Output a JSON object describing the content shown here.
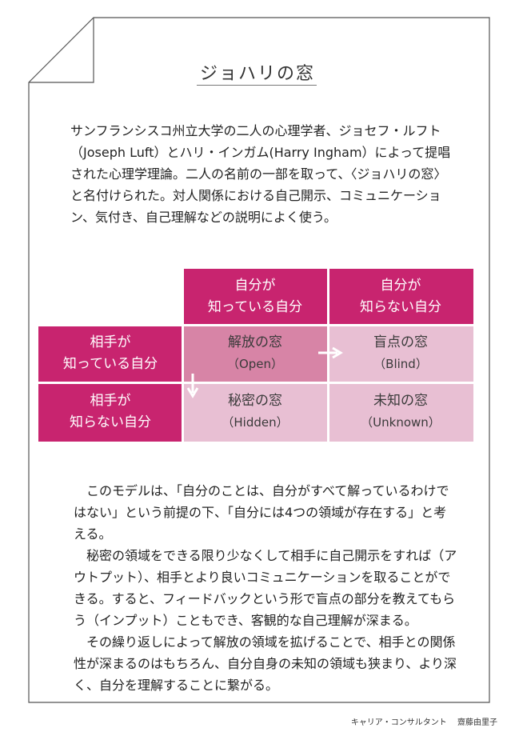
{
  "title": "ジョハリの窓",
  "intro": "サンフランシスコ州立大学の二人の心理学者、ジョセフ・ルフト（Joseph Luft）とハリ・インガム(Harry Ingham）によって提唱された心理学理論。二人の名前の一部を取って、〈ジョハリの窓〉と名付けられた。対人関係における自己開示、コミュニケーション、気付き、自己理解などの説明によく使う。",
  "matrix": {
    "col_headers": [
      {
        "line1": "自分が",
        "line2": "知っている自分"
      },
      {
        "line1": "自分が",
        "line2": "知らない自分"
      }
    ],
    "row_headers": [
      {
        "line1": "相手が",
        "line2": "知っている自分"
      },
      {
        "line1": "相手が",
        "line2": "知らない自分"
      }
    ],
    "cells": [
      {
        "name": "解放の窓",
        "en": "（Open）"
      },
      {
        "name": "盲点の窓",
        "en": "（Blind）"
      },
      {
        "name": "秘密の窓",
        "en": "（Hidden）"
      },
      {
        "name": "未知の窓",
        "en": "（Unknown）"
      }
    ]
  },
  "body": [
    "このモデルは、「自分のことは、自分がすべて解っているわけではない」という前提の下、「自分には4つの領域が存在する」と考える。",
    "秘密の領域をできる限り少なくして相手に自己開示をすれば（アウトプット）、相手とより良いコミュニケーションを取ることができる。すると、フィードバックという形で盲点の部分を教えてもらう（インプット）こともでき、客観的な自己理解が深まる。",
    "その繰り返しによって解放の領域を拡げることで、相手との関係性が深まるのはもちろん、自分自身の未知の領域も狭まり、より深く、自分を理解することに繋がる。"
  ],
  "footer": {
    "role": "キャリア・コンサルタント",
    "author": "齋藤由里子"
  },
  "colors": {
    "header": "#c8246f",
    "open": "#d784a6",
    "light": "#e8bfd3"
  }
}
